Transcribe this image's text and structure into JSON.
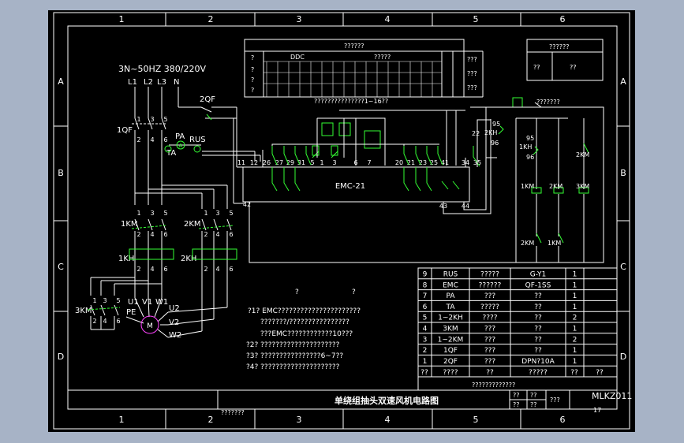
{
  "frame": {
    "columns": [
      "1",
      "2",
      "3",
      "4",
      "5",
      "6"
    ],
    "rows": [
      "A",
      "B",
      "C",
      "D"
    ]
  },
  "supply": {
    "spec": "3N~50HZ 380/220V",
    "phases": [
      "L1",
      "L2",
      "L3",
      "N"
    ]
  },
  "labels": {
    "qf2": "2QF",
    "qf1": "1QF",
    "pa": "PA",
    "rus": "RUS",
    "ta": "TA",
    "km1": "1KM",
    "km2": "2KM",
    "km3": "3KM",
    "kh1": "1KH",
    "kh2": "2KH",
    "motor": "M",
    "pe": "PE",
    "u1": "U1",
    "v1": "V1",
    "w1": "W1",
    "u2": "U2",
    "v2": "V2",
    "w2": "W2",
    "emc": "EMC-21",
    "ammeter": "A"
  },
  "terminals": {
    "t1": "1",
    "t3": "3",
    "t5": "5",
    "t2": "2",
    "t4": "4",
    "t6": "6",
    "t11": "11",
    "t12": "12",
    "t26": "26",
    "t27": "27",
    "t29": "29",
    "t31": "31",
    "t5b": "5",
    "t1b": "1",
    "t3b": "3",
    "t6b": "6",
    "t7": "7",
    "t20": "20",
    "t21": "21",
    "t23": "23",
    "t25": "25",
    "t41": "41",
    "t34": "34",
    "t35": "35",
    "t42": "42",
    "t43": "43",
    "t44": "44"
  },
  "ctrl": {
    "q22": "22",
    "k95a": "95",
    "kh2": "2KH",
    "k96a": "96",
    "k95b": "95",
    "kh1": "1KH",
    "k96b": "96",
    "coil1": "1KM",
    "coil2": "2KM",
    "coil3": "3KM",
    "top3": "2KM",
    "inter2": "2KM",
    "inter1": "1KM",
    "relay": "???????"
  },
  "ddc": {
    "header": "?????",
    "ddc_label": "DDC",
    "title": "??????",
    "subtitle": "???????????????1~16??",
    "q1": "?",
    "q2": "?",
    "q3": "?",
    "q4": "?",
    "qa": "???",
    "qb": "???",
    "qc": "???"
  },
  "legend_box": {
    "title": "??????",
    "cell1": "??",
    "cell2": "??"
  },
  "notes": {
    "head1": "?",
    "head2": "?",
    "lines": [
      "?1? EMC??????????????????????",
      "???????/????????????????",
      "???EMC????????????10???",
      "?2? ?????????????????????",
      "?3? ????????????????6~7??",
      "?4? ?????????????????????"
    ]
  },
  "bom": {
    "rows": [
      [
        "9",
        "RUS",
        "?????",
        "G-Y1",
        "1"
      ],
      [
        "8",
        "EMC",
        "??????",
        "QF-1SS",
        "1"
      ],
      [
        "7",
        "PA",
        "???",
        "??",
        "1"
      ],
      [
        "6",
        "TA",
        "?????",
        "??",
        "1"
      ],
      [
        "5",
        "1~2KH",
        "????",
        "??",
        "2"
      ],
      [
        "4",
        "3KM",
        "???",
        "??",
        "1"
      ],
      [
        "3",
        "1~2KM",
        "???",
        "??",
        "2"
      ],
      [
        "2",
        "1QF",
        "???",
        "??",
        "1"
      ],
      [
        "1",
        "2QF",
        "???",
        "DPN?10A",
        "1"
      ]
    ],
    "header": [
      "??",
      "????",
      "??",
      "?????",
      "??",
      "??"
    ]
  },
  "title_block": {
    "heading": "?????????????",
    "drawing_title": "单绕组抽头双速风机电路图",
    "code": "MLKZ011",
    "sheet": "17",
    "r1": "??",
    "r2": "??",
    "r3": "??",
    "r4": "??",
    "r5": "???",
    "bottom_left": "???????"
  }
}
